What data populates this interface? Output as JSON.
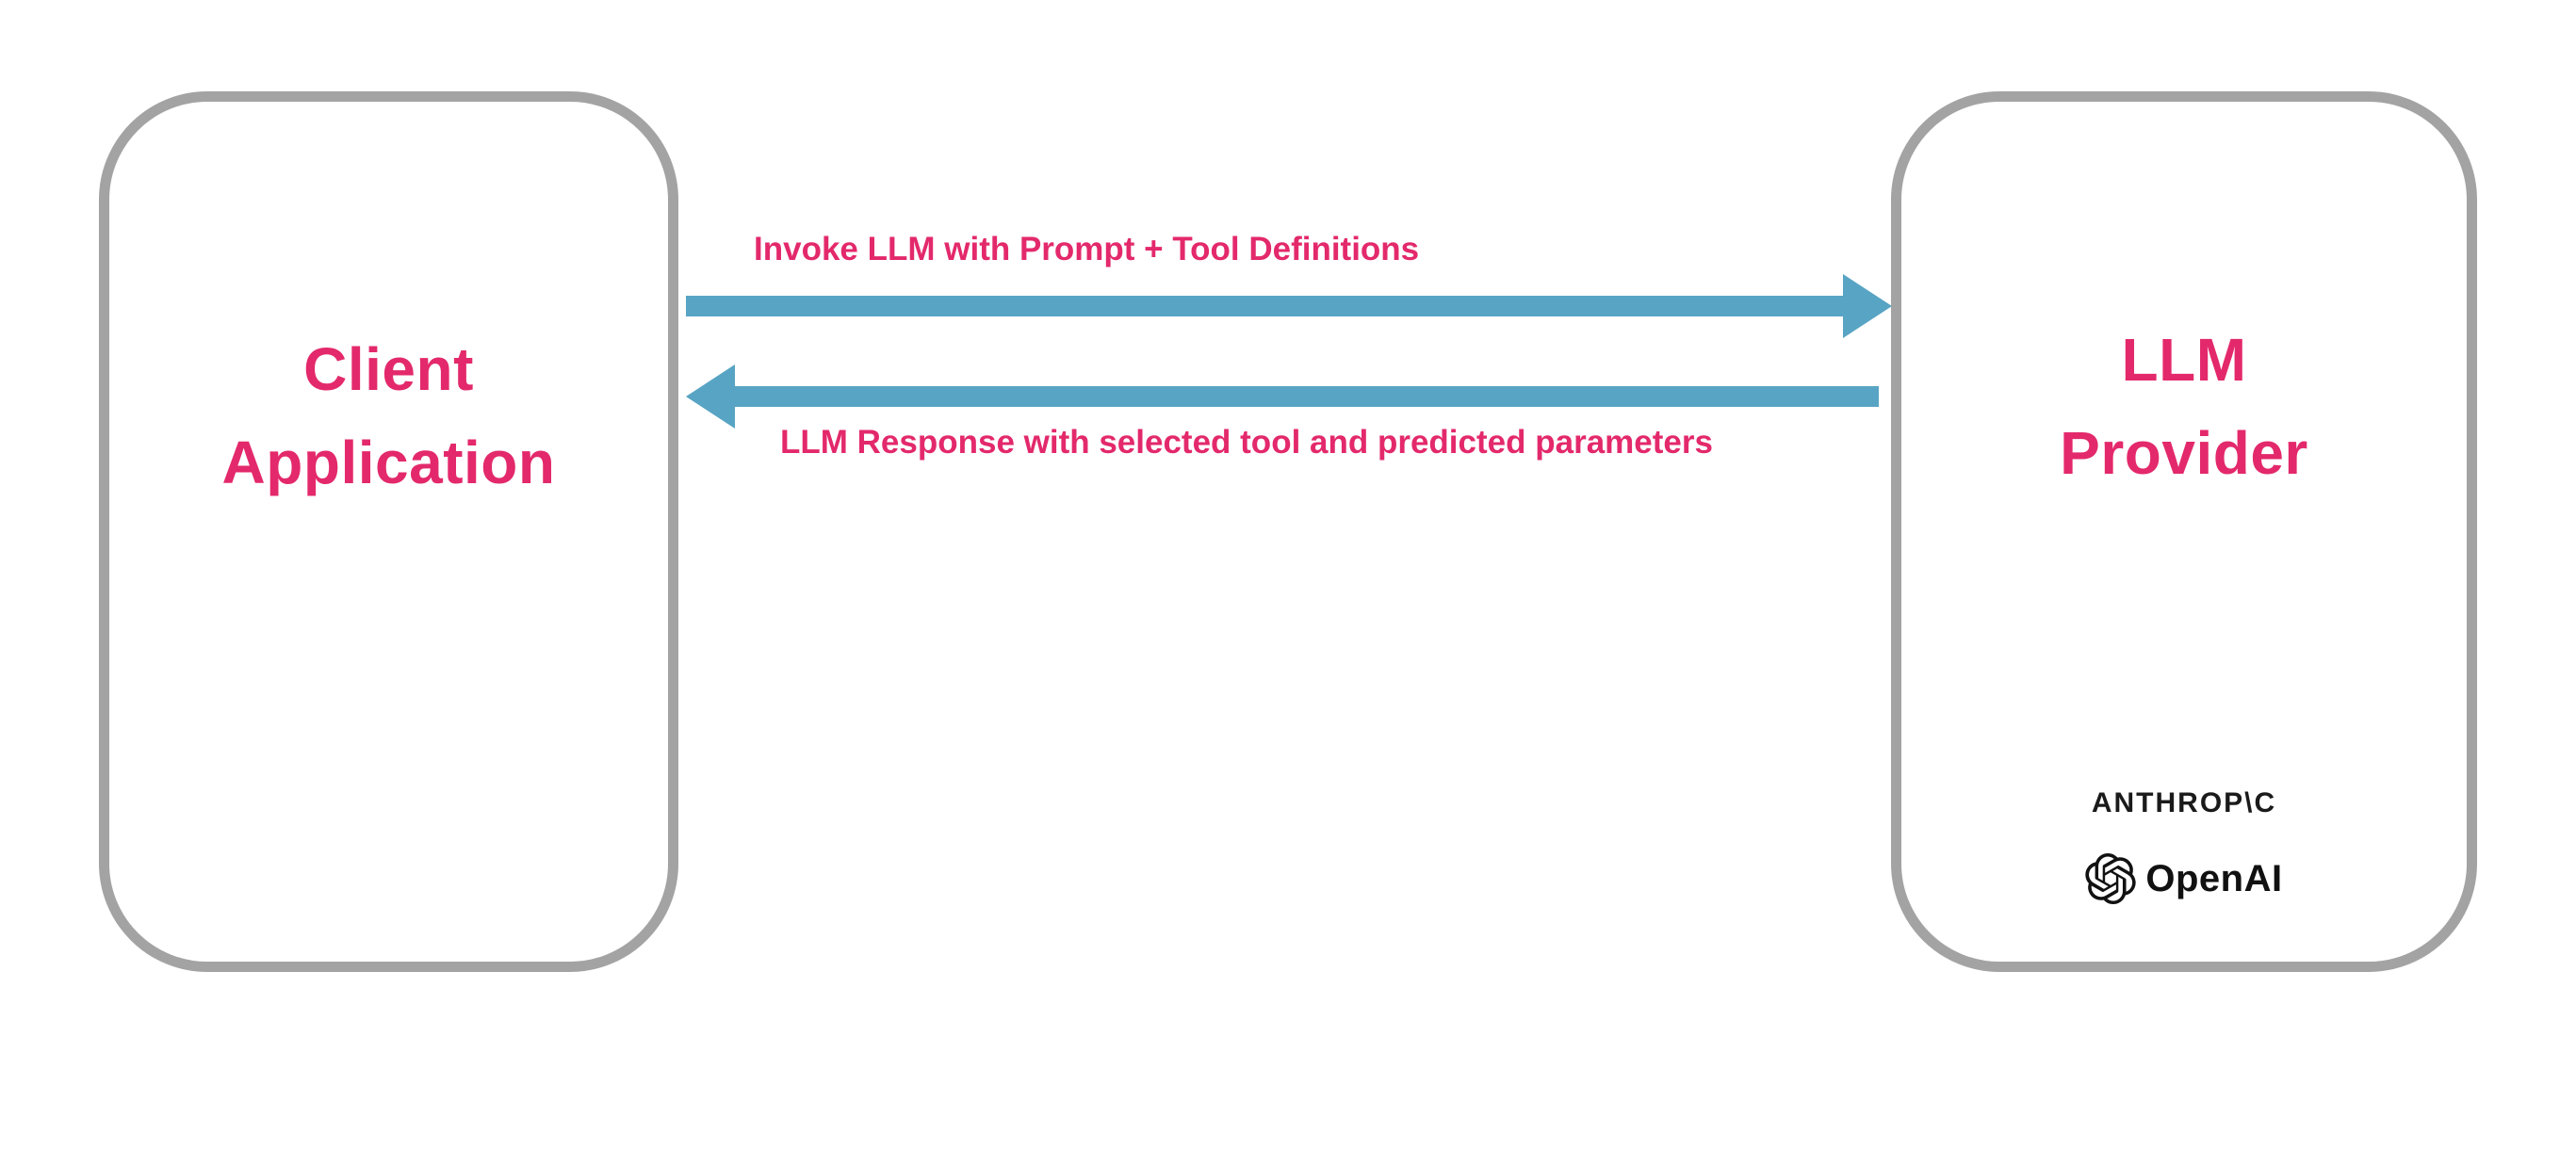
{
  "client_box": {
    "title_line1": "Client",
    "title_line2": "Application"
  },
  "provider_box": {
    "title_line1": "LLM",
    "title_line2": "Provider",
    "anthropic_label": "ANTHROP\\C",
    "openai_label": "OpenAI"
  },
  "arrows": {
    "request": {
      "label": "Invoke LLM with Prompt + Tool Definitions",
      "direction": "right"
    },
    "response": {
      "label": "LLM Response with selected tool and predicted parameters",
      "direction": "left"
    }
  },
  "colors": {
    "accent_pink": "#e3296b",
    "arrow_blue": "#58a4c4",
    "box_border": "#a3a3a3",
    "logo_black": "#111111"
  }
}
